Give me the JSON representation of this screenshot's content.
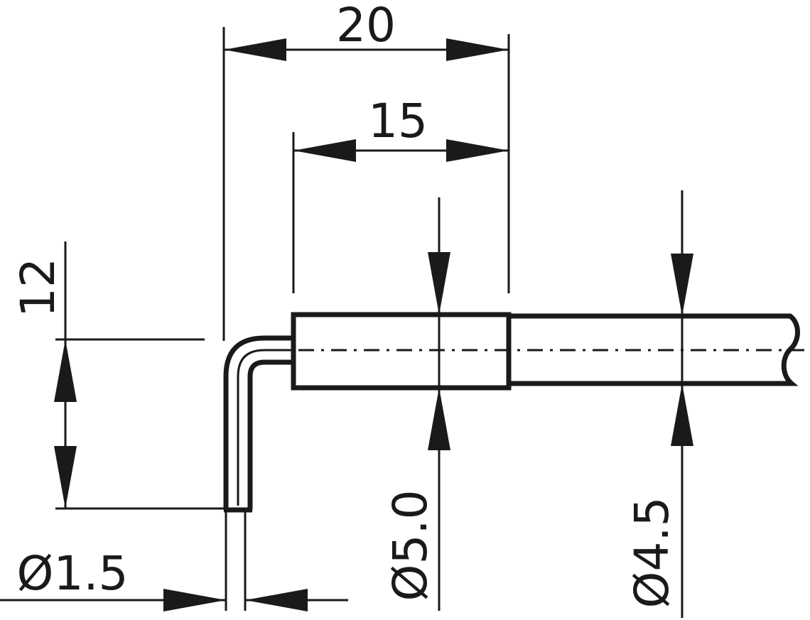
{
  "dimensions": {
    "overall_length": "20",
    "sleeve_length": "15",
    "bend_height": "12",
    "pin_diameter": "Ø1.5",
    "sleeve_diameter": "Ø5.0",
    "cable_diameter": "Ø4.5"
  },
  "colors": {
    "line": "#1a1a1a",
    "background": "#ffffff"
  }
}
